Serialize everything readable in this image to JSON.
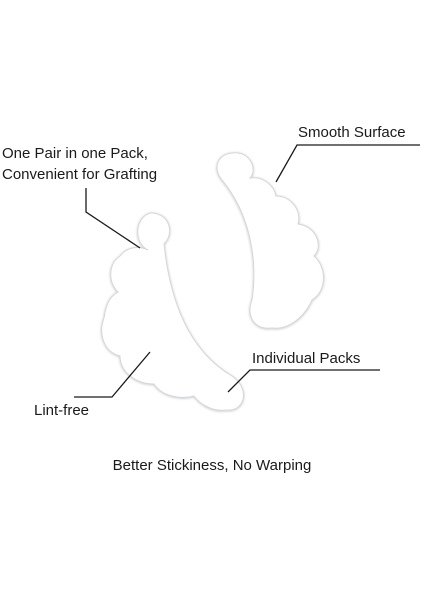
{
  "callouts": {
    "one_pair": {
      "line1": "One Pair in one Pack,",
      "line2": "Convenient for Grafting"
    },
    "smooth_surface": "Smooth Surface",
    "individual_packs": "Individual Packs",
    "lint_free": "Lint-free"
  },
  "caption": "Better Stickiness, No Warping",
  "colors": {
    "background": "#ffffff",
    "pad_fill": "#ffffff",
    "pad_edge": "#d2d6da",
    "leader_line": "#1a1a1a",
    "text": "#1a1a1a"
  }
}
